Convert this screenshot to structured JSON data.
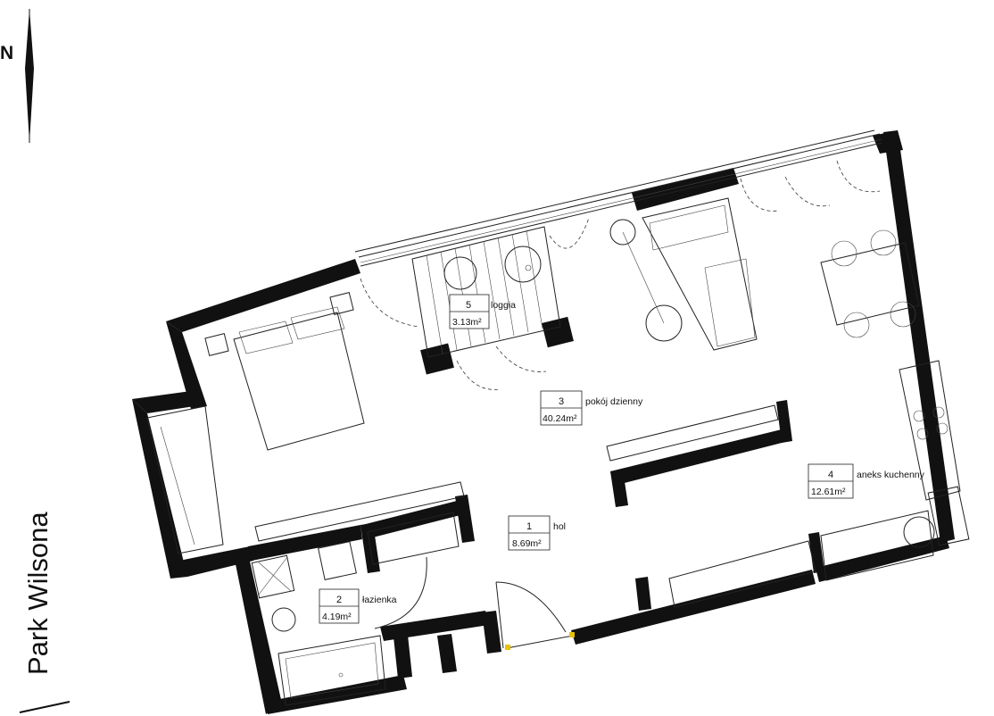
{
  "compass": {
    "label": "N"
  },
  "street": {
    "label": "Park Wilsona"
  },
  "rooms": [
    {
      "number": "1",
      "name": "hol",
      "area": "8.69m²"
    },
    {
      "number": "2",
      "name": "łazienka",
      "area": "4.19m²"
    },
    {
      "number": "3",
      "name": "pokój dzienny",
      "area": "40.24m²"
    },
    {
      "number": "4",
      "name": "aneks kuchenny",
      "area": "12.61m²"
    },
    {
      "number": "5",
      "name": "loggia",
      "area": "3.13m²"
    }
  ]
}
